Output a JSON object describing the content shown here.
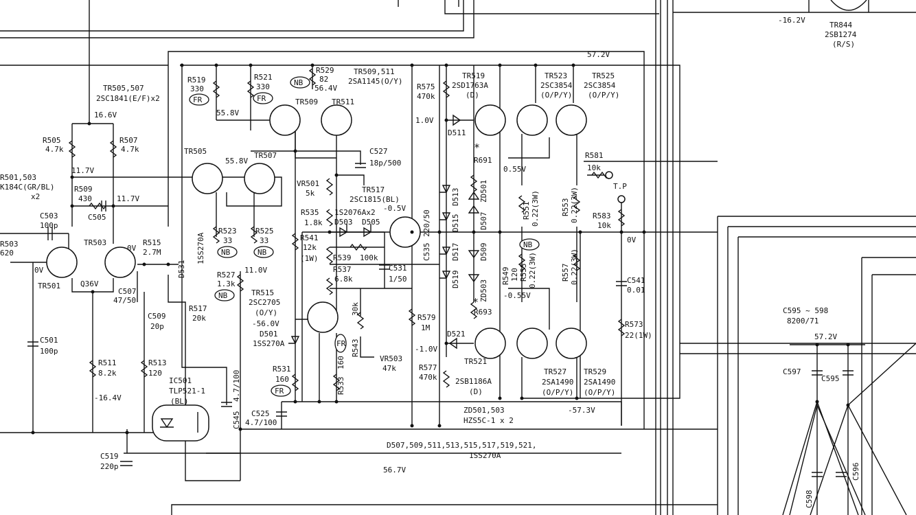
{
  "schematic": {
    "top_voltages": {
      "v_neg16_2": "-16.2V",
      "v57_2": "57.2V",
      "v16_6": "16.6V",
      "v11_7a": "11.7V",
      "v11_7b": "11.7V",
      "v55_8a": "55.8V",
      "v55_8b": "55.8V",
      "v56_4": "56.4V",
      "v11_0": "11.0V",
      "v1_0": "1.0V",
      "v0_55": "0.55V",
      "v0_5": "-0.5V",
      "v_neg1_0": "-1.0V",
      "v_neg0_55": "-0.55V",
      "v_neg56": "-56.0V",
      "v_neg16_4": "-16.4V",
      "v_neg57_3": "-57.3V",
      "v0": "0V",
      "v0_tr501": "0V",
      "v0_tr503": "0V",
      "v36": "Q36V",
      "v56_7": "56.7V",
      "v57_2b": "57.2V"
    },
    "parts": {
      "tr844": "TR844",
      "tr844_type": "2SB1274",
      "tr844_rank": "(R/S)",
      "tr505_507_hdr": "TR505,507",
      "tr505_507_type": "2SC1841(E/F)x2",
      "r501_503": "R501,503",
      "r501_503_type": "K184C(GR/BL)",
      "r501_503_qty": "x2",
      "r519": "R519",
      "r519_val": "330",
      "r521": "R521",
      "r521_val": "330",
      "r529": "R529",
      "r529_val": "82",
      "tr509_511_hdr": "TR509,511",
      "tr509_511_type": "2SA1145(O/Y)",
      "r575": "R575",
      "r575_val": "470k",
      "tr519": "TR519",
      "tr519_type": "2SD1763A",
      "tr519_rank": "(D)",
      "tr523": "TR523",
      "tr523_type": "2SC3854",
      "tr523_rank": "(O/P/Y)",
      "tr525": "TR525",
      "tr525_type": "2SC3854",
      "tr525_rank": "(O/P/Y)",
      "tr509": "TR509",
      "tr511": "TR511",
      "r505": "R505",
      "r505_val": "4.7k",
      "r507": "R507",
      "r507_val": "4.7k",
      "tr505": "TR505",
      "tr507": "TR507",
      "c527": "C527",
      "c527_val": "18p/500",
      "d511": "D511",
      "r691": "R691",
      "r581": "R581",
      "r581_val": "10k",
      "tp": "T.P",
      "r509": "R509",
      "r509_val": "430",
      "c505": "C505",
      "vr501": "VR501",
      "vr501_val": "5k",
      "tr517": "TR517",
      "tr517_type": "2SC1815(BL)",
      "c503": "C503",
      "c503_val": "100p",
      "r535": "R535",
      "r535_val": "1.8k",
      "d503_505_hdr": "1S2076Ax2",
      "d503": "D503",
      "d505": "D505",
      "c535": "C535",
      "c535_val": "220/50",
      "d513": "D513",
      "zd501": "ZD501",
      "d507": "D507",
      "r551": "R551",
      "r551_val": "0.22(3W)",
      "r553": "R553",
      "r553_val": "0.22(3W)",
      "r583": "R583",
      "r583_val": "10k",
      "tr503": "TR503",
      "r515": "R515",
      "r515_val": "2.7M",
      "d531": "D531",
      "d531_type": "1SS270A",
      "r523": "R523",
      "r523_val": "33",
      "r525": "R525",
      "r525_val": "33",
      "r541": "R541",
      "r541_val": "12k",
      "r541_rating": "(1W)",
      "d515": "D515",
      "d517": "D517",
      "d509": "D509",
      "r503": "R503",
      "r503_val": "620",
      "tr501": "TR501",
      "r539": "R539",
      "r539_val": "100k",
      "r537": "R537",
      "r537_val": "6.8k",
      "c531": "C531",
      "c531_val": "1/50",
      "d519": "D519",
      "zd503": "ZD503",
      "r549": "R549",
      "r549_val": "120",
      "r555": "R555",
      "r555_val": "0.22(3W)",
      "r557": "R557",
      "r557_val": "0.22(3W)",
      "c541": "C541",
      "c541_val": "0.01",
      "c507": "C507",
      "c507_val": "47/50",
      "r527": "R527",
      "r527_val": "1.3k",
      "tr515": "TR515",
      "tr515_type": "2SC2705",
      "tr515_rank": "(O/Y)",
      "r693": "R693",
      "c509": "C509",
      "c509_val": "20p",
      "r517": "R517",
      "r517_val": "20k",
      "r543": "R543",
      "r543_val": "30k",
      "r579": "R579",
      "r579_val": "1M",
      "r573": "R573",
      "r573_val": "22(1W)",
      "c595_598": "C595 ~ 598",
      "c595_598_val": "8200/71",
      "d501": "D501",
      "d501_type": "1SS270A",
      "d521": "D521",
      "c501": "C501",
      "c501_val": "100p",
      "vr503": "VR503",
      "vr503_val": "47k",
      "r577": "R577",
      "r577_val": "470k",
      "tr521": "TR521",
      "tr521_type": "2SB1186A",
      "tr521_rank": "(D)",
      "tr527": "TR527",
      "tr527_type": "2SA1490",
      "tr527_rank": "(O/P/Y)",
      "tr529": "TR529",
      "tr529_type": "2SA1490",
      "tr529_rank": "(O/P/Y)",
      "c597": "C597",
      "c595": "C595",
      "r511": "R511",
      "r511_val": "8.2k",
      "r513": "R513",
      "r513_val": "120",
      "ic501": "IC501",
      "ic501_type": "TLP521-1",
      "ic501_rank": "(BL)",
      "c545": "C545",
      "c545_val": "4.7/100",
      "r531": "R531",
      "r531_val": "160",
      "r533": "R533",
      "r533_val": "160",
      "c525": "C525",
      "c525_val": "4.7/100",
      "zd501_503": "ZD501,503",
      "zd501_503_type": "HZS5C-1 x 2",
      "diodes_list": "D507,509,511,513,515,517,519,521,",
      "diodes_type": "1SS270A",
      "c519": "C519",
      "c519_val": "220p",
      "c598": "C598",
      "c596": "C596"
    },
    "badges": {
      "fr": "FR",
      "nb": "NB"
    },
    "marks": {
      "asterisk": "*"
    }
  }
}
